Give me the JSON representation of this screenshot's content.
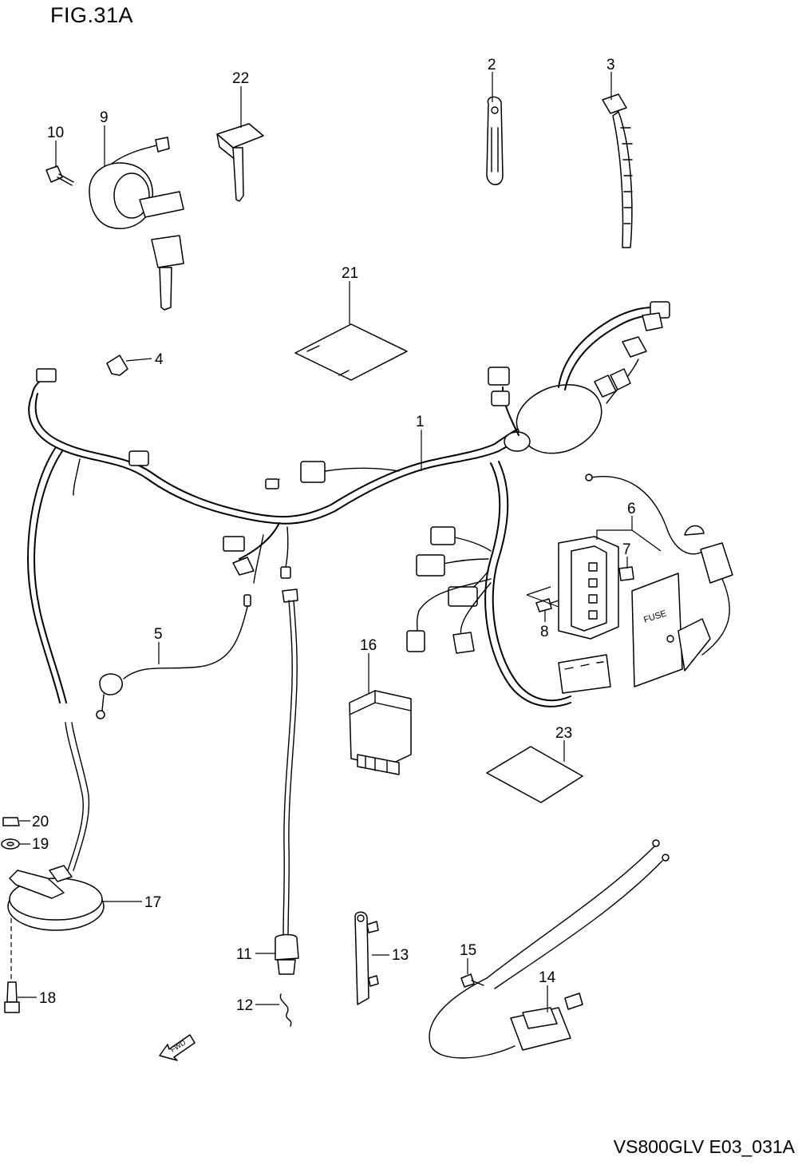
{
  "figure": {
    "title": "FIG.31A",
    "code": "VS800GLV E03_031A",
    "fwd_label": "FWD"
  },
  "callouts": [
    {
      "id": "c1",
      "text": "1"
    },
    {
      "id": "c2",
      "text": "2"
    },
    {
      "id": "c3",
      "text": "3"
    },
    {
      "id": "c4",
      "text": "4"
    },
    {
      "id": "c5",
      "text": "5"
    },
    {
      "id": "c6",
      "text": "6"
    },
    {
      "id": "c7",
      "text": "7"
    },
    {
      "id": "c8",
      "text": "8"
    },
    {
      "id": "c9",
      "text": "9"
    },
    {
      "id": "c10",
      "text": "10"
    },
    {
      "id": "c11",
      "text": "11"
    },
    {
      "id": "c12",
      "text": "12"
    },
    {
      "id": "c13",
      "text": "13"
    },
    {
      "id": "c14",
      "text": "14"
    },
    {
      "id": "c15",
      "text": "15"
    },
    {
      "id": "c16",
      "text": "16"
    },
    {
      "id": "c17",
      "text": "17"
    },
    {
      "id": "c18",
      "text": "18"
    },
    {
      "id": "c19",
      "text": "19"
    },
    {
      "id": "c20",
      "text": "20"
    },
    {
      "id": "c21",
      "text": "21"
    },
    {
      "id": "c22",
      "text": "22"
    },
    {
      "id": "c23",
      "text": "23"
    }
  ],
  "fuse_box_label": "FUSE"
}
